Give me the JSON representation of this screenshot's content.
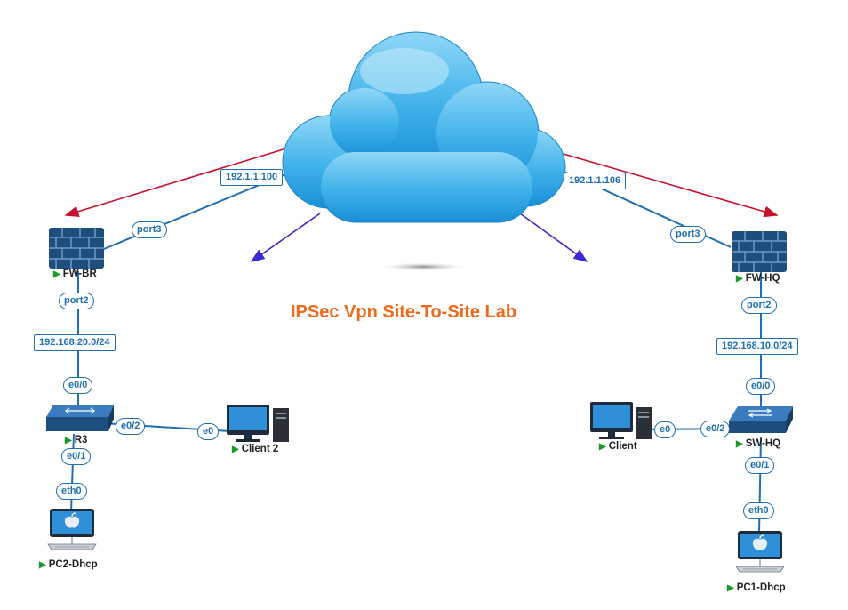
{
  "title": "IPSec  Vpn Site-To-Site Lab",
  "colors": {
    "link": "#1f6fb2",
    "wan_arrow": "#c8102e",
    "lan_arrow": "#3a2ad0",
    "title": "#ef6a1a",
    "run_triangle": "#1b9a2a"
  },
  "nodes": {
    "cloud": {
      "icon": "cloud-icon"
    },
    "fw_br": {
      "label": "FW-BR",
      "icon": "firewall-icon"
    },
    "fw_hq": {
      "label": "FW-HQ",
      "icon": "firewall-icon"
    },
    "r3": {
      "label": "R3",
      "icon": "router-icon"
    },
    "sw_hq": {
      "label": "SW-HQ",
      "icon": "switch-icon"
    },
    "client2": {
      "label": "Client 2",
      "icon": "desktop-pc-icon"
    },
    "client": {
      "label": "Client",
      "icon": "desktop-pc-icon"
    },
    "pc2": {
      "label": "PC2-Dhcp",
      "icon": "apple-laptop-icon"
    },
    "pc1": {
      "label": "PC1-Dhcp",
      "icon": "apple-laptop-icon"
    }
  },
  "links": {
    "wan_br_ip": "192.1.1.100",
    "wan_hq_ip": "192.1.1.106",
    "fw_br_port3": "port3",
    "fw_hq_port3": "port3",
    "fw_br_port2": "port2",
    "fw_hq_port2": "port2",
    "net_br": "192.168.20.0/24",
    "net_hq": "192.168.10.0/24",
    "r3_e00": "e0/0",
    "r3_e02": "e0/2",
    "r3_e01": "e0/1",
    "client2_e0": "e0",
    "pc2_eth0": "eth0",
    "sw_e00": "e0/0",
    "sw_e02": "e0/2",
    "sw_e01": "e0/1",
    "client_e0": "e0",
    "pc1_eth0": "eth0"
  }
}
